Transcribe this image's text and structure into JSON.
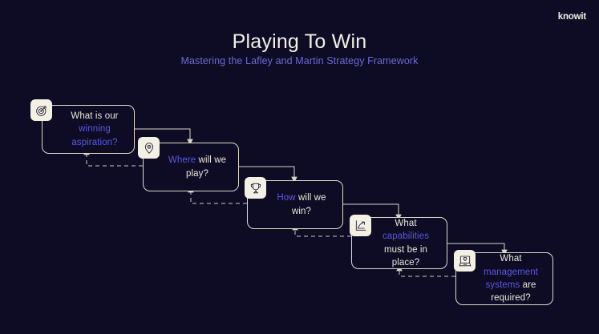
{
  "brand": {
    "logo": "knowit"
  },
  "header": {
    "title": "Playing To Win",
    "subtitle": "Mastering the Lafley and Martin Strategy Framework"
  },
  "theme": {
    "background": "#0d0c24",
    "card_border": "#ddd9c8",
    "text": "#e9e6da",
    "accent": "#5a57e0",
    "subtitle_color": "#6b6ad4",
    "badge_background": "#f4f1e4",
    "connector": "#d9d5c4"
  },
  "diagram": {
    "type": "cascading-flow",
    "steps": [
      {
        "id": "winning-aspiration",
        "icon": "target-icon",
        "text_plain": "What is our winning aspiration?",
        "text_lead": "What is our",
        "text_highlight": "winning aspiration?",
        "text_trail": ""
      },
      {
        "id": "where-to-play",
        "icon": "location-pin-icon",
        "text_plain": "Where will we play?",
        "text_lead": "",
        "text_highlight": "Where",
        "text_trail": " will we play?"
      },
      {
        "id": "how-to-win",
        "icon": "trophy-icon",
        "text_plain": "How will we win?",
        "text_lead": "",
        "text_highlight": "How",
        "text_trail": " will we win?"
      },
      {
        "id": "capabilities",
        "icon": "chart-arrow-icon",
        "text_plain": "What capabilities must be in place?",
        "text_lead": "What ",
        "text_highlight": "capabilities",
        "text_trail": " must be in place?"
      },
      {
        "id": "management-systems",
        "icon": "monitor-heart-icon",
        "text_plain": "What management systems are required?",
        "text_lead": "What ",
        "text_highlight": "management systems",
        "text_trail": " are required?"
      }
    ]
  }
}
